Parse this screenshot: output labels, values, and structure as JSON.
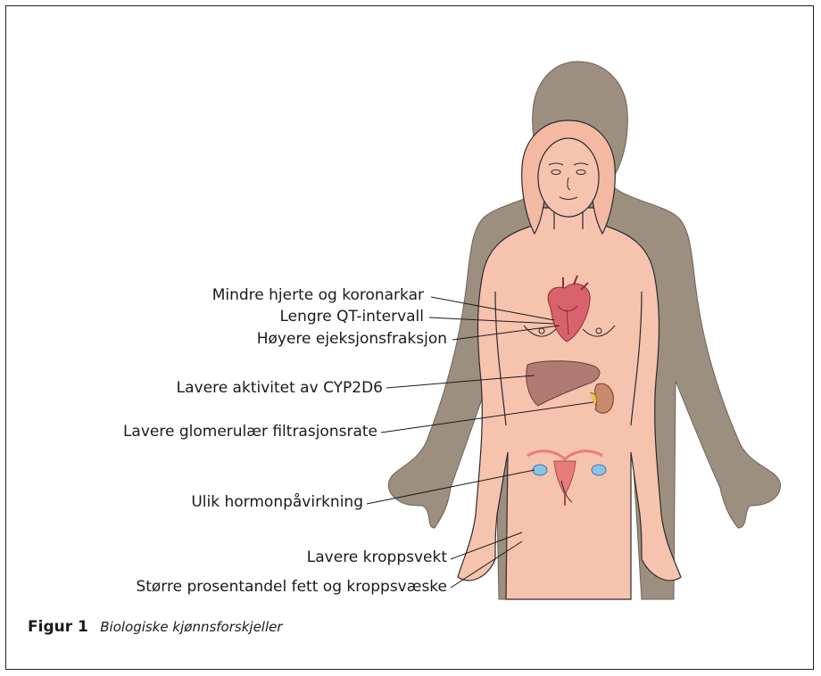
{
  "labels": {
    "heart_size": "Mindre hjerte og koronarkar",
    "qt": "Lengre QT-intervall",
    "ejection": "Høyere ejeksjonsfraksjon",
    "cyp": "Lavere aktivitet av CYP2D6",
    "gfr": "Lavere glomerulær filtrasjonsrate",
    "hormone": "Ulik hormonpåvirkning",
    "weight": "Lavere kroppsvekt",
    "fat": "Større prosentandel fett og kroppsvæske"
  },
  "caption": {
    "figure": "Figur 1",
    "text": "Biologiske kjønnsforskjeller"
  },
  "colors": {
    "male_silhouette": "#9c8f80",
    "female_skin": "#f6c3ae",
    "outline": "#2b2b2b",
    "heart": "#d9626c",
    "liver": "#b07a72",
    "kidney": "#c98a6a",
    "uterus": "#e87b7b",
    "ovary": "#8ac3e6"
  }
}
